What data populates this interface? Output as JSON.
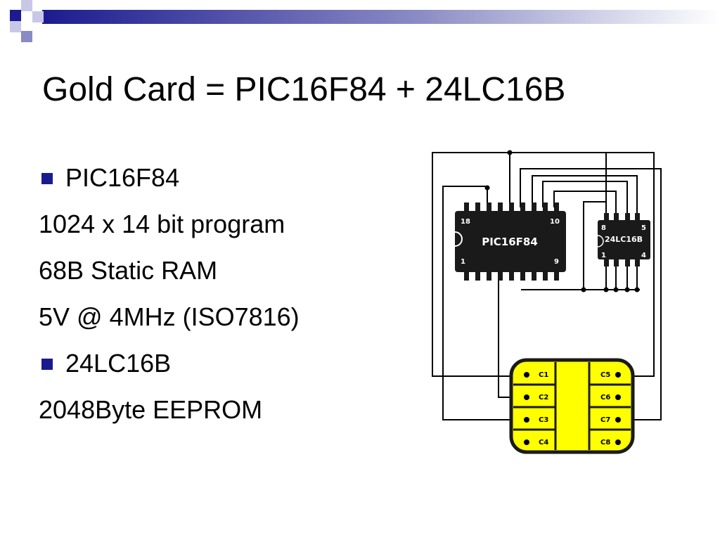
{
  "slide": {
    "title": "Gold Card = PIC16F84 + 24LC16B",
    "bullets": [
      {
        "text": "PIC16F84",
        "bullet": true
      },
      {
        "text": "1024 x 14 bit program",
        "bullet": false
      },
      {
        "text": "68B Static RAM",
        "bullet": false
      },
      {
        "text": "5V @ 4MHz (ISO7816)",
        "bullet": false
      },
      {
        "text": "24LC16B",
        "bullet": true
      },
      {
        "text": "2048Byte EEPROM",
        "bullet": false
      }
    ]
  },
  "diagram": {
    "pic": {
      "label": "PIC16F84",
      "pin_tl": "18",
      "pin_tr": "10",
      "pin_bl": "1",
      "pin_br": "9"
    },
    "eeprom": {
      "label": "24LC16B",
      "pin_tl": "8",
      "pin_tr": "5",
      "pin_bl": "1",
      "pin_br": "4"
    },
    "card_pads": {
      "left": [
        "C1",
        "C2",
        "C3",
        "C4"
      ],
      "right": [
        "C5",
        "C6",
        "C7",
        "C8"
      ]
    }
  },
  "colors": {
    "bullet": "#1b1b8f",
    "card": "#ffff00",
    "chip": "#1a1a1a"
  }
}
